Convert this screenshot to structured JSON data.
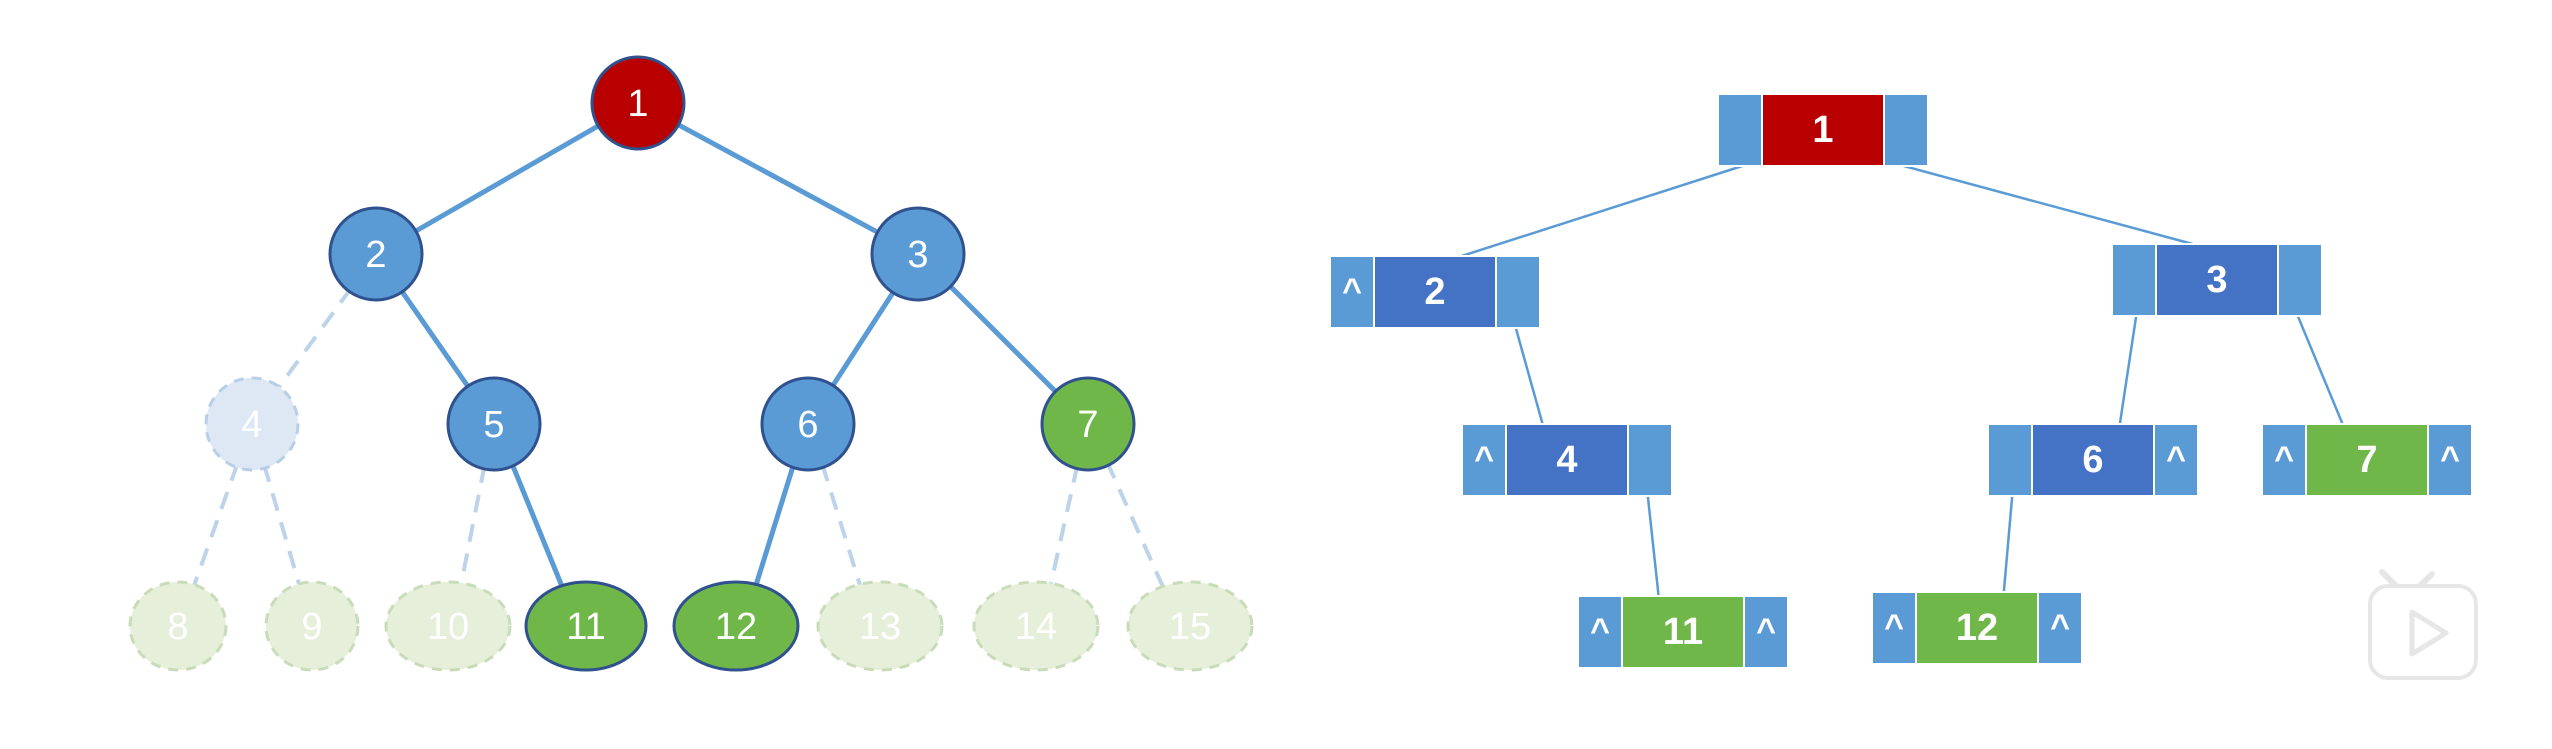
{
  "tree": {
    "nodes": [
      {
        "id": "1",
        "label": "1",
        "state": "root"
      },
      {
        "id": "2",
        "label": "2",
        "state": "internal"
      },
      {
        "id": "3",
        "label": "3",
        "state": "internal"
      },
      {
        "id": "4",
        "label": "4",
        "state": "virtual"
      },
      {
        "id": "5",
        "label": "5",
        "state": "internal"
      },
      {
        "id": "6",
        "label": "6",
        "state": "internal"
      },
      {
        "id": "7",
        "label": "7",
        "state": "leaf"
      },
      {
        "id": "8",
        "label": "8",
        "state": "virtual"
      },
      {
        "id": "9",
        "label": "9",
        "state": "virtual"
      },
      {
        "id": "10",
        "label": "10",
        "state": "virtual"
      },
      {
        "id": "11",
        "label": "11",
        "state": "leaf"
      },
      {
        "id": "12",
        "label": "12",
        "state": "leaf"
      },
      {
        "id": "13",
        "label": "13",
        "state": "virtual"
      },
      {
        "id": "14",
        "label": "14",
        "state": "virtual"
      },
      {
        "id": "15",
        "label": "15",
        "state": "virtual"
      }
    ],
    "edges": [
      {
        "from": "1",
        "to": "2",
        "style": "solid"
      },
      {
        "from": "1",
        "to": "3",
        "style": "solid"
      },
      {
        "from": "2",
        "to": "4",
        "style": "dashed"
      },
      {
        "from": "2",
        "to": "5",
        "style": "solid"
      },
      {
        "from": "3",
        "to": "6",
        "style": "solid"
      },
      {
        "from": "3",
        "to": "7",
        "style": "solid"
      },
      {
        "from": "4",
        "to": "8",
        "style": "dashed"
      },
      {
        "from": "4",
        "to": "9",
        "style": "dashed"
      },
      {
        "from": "5",
        "to": "10",
        "style": "dashed"
      },
      {
        "from": "5",
        "to": "11",
        "style": "solid"
      },
      {
        "from": "6",
        "to": "12",
        "style": "solid"
      },
      {
        "from": "6",
        "to": "13",
        "style": "dashed"
      },
      {
        "from": "7",
        "to": "14",
        "style": "dashed"
      },
      {
        "from": "7",
        "to": "15",
        "style": "dashed"
      }
    ]
  },
  "linked_list": {
    "null_symbol": "^",
    "nodes": [
      {
        "id": "1",
        "label": "1",
        "state": "root",
        "left_null": false,
        "right_null": false
      },
      {
        "id": "2",
        "label": "2",
        "state": "internal",
        "left_null": true,
        "right_null": false
      },
      {
        "id": "3",
        "label": "3",
        "state": "internal",
        "left_null": false,
        "right_null": false
      },
      {
        "id": "4",
        "label": "4",
        "state": "internal",
        "left_null": true,
        "right_null": false
      },
      {
        "id": "6",
        "label": "6",
        "state": "internal",
        "left_null": false,
        "right_null": true
      },
      {
        "id": "7",
        "label": "7",
        "state": "leaf",
        "left_null": true,
        "right_null": true
      },
      {
        "id": "11",
        "label": "11",
        "state": "leaf",
        "left_null": true,
        "right_null": true
      },
      {
        "id": "12",
        "label": "12",
        "state": "leaf",
        "left_null": true,
        "right_null": true
      }
    ],
    "edges": [
      {
        "from": "1",
        "side": "left",
        "to": "2"
      },
      {
        "from": "1",
        "side": "right",
        "to": "3"
      },
      {
        "from": "2",
        "side": "right",
        "to": "4"
      },
      {
        "from": "4",
        "side": "right",
        "to": "11"
      },
      {
        "from": "3",
        "side": "left",
        "to": "6"
      },
      {
        "from": "3",
        "side": "right",
        "to": "7"
      },
      {
        "from": "6",
        "side": "left",
        "to": "12"
      }
    ]
  },
  "colors": {
    "root": "#b80000",
    "internal": "#5b9bd5",
    "internal_data": "#4472c4",
    "leaf": "#70b74a",
    "virtual_fill": "#e6efd9",
    "virtual_stroke": "#c9dcb9",
    "virtual_blue_fill": "#dde8f4",
    "virtual_blue_stroke": "#b7cfe6",
    "pointer_cell": "#5b9bd5",
    "edge": "#5b9bd5",
    "dashed_edge": "#bcd3ea",
    "outline": "#2f528f"
  },
  "overlay": {
    "icon": "play-icon"
  }
}
